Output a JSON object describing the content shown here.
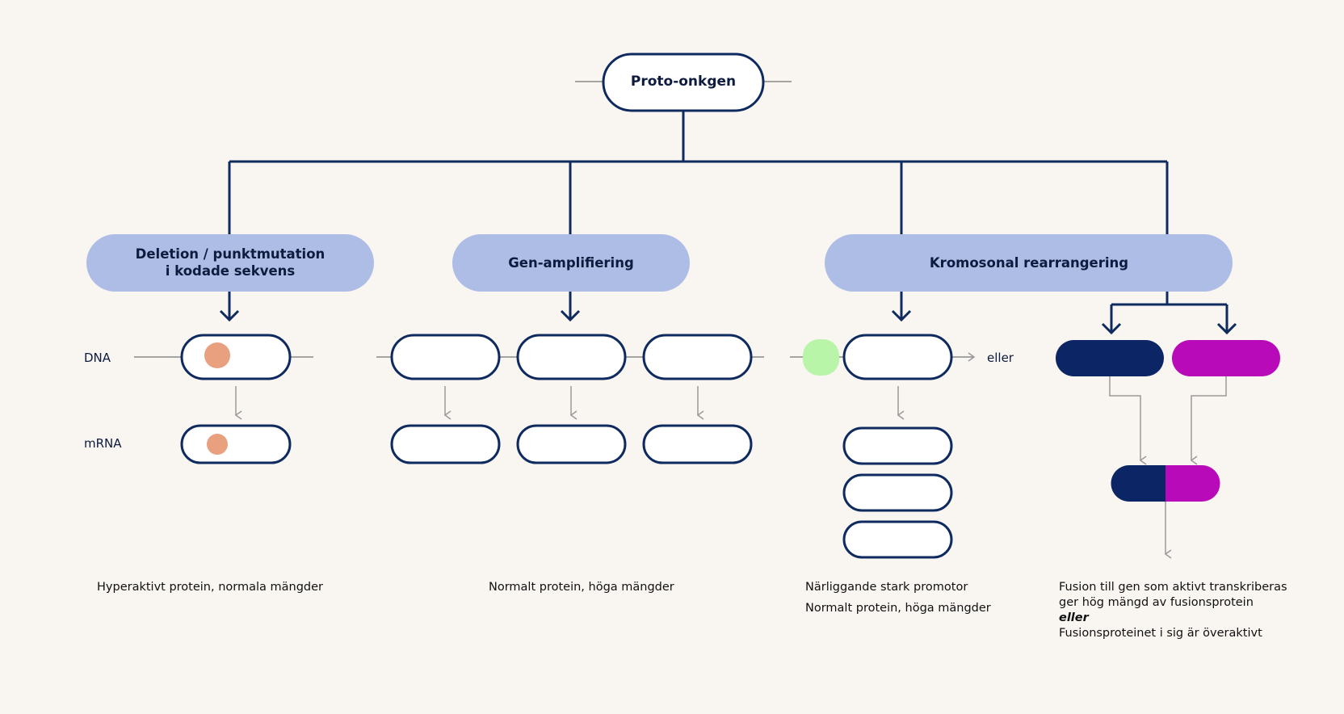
{
  "root": {
    "label": "Proto-onkgen"
  },
  "categories": [
    {
      "lines": [
        "Deletion / punktmutation",
        "i kodade sekvens"
      ]
    },
    {
      "lines": [
        "Gen-amplifiering"
      ]
    },
    {
      "lines": [
        "Kromosonal rearrangering"
      ]
    }
  ],
  "row_labels": {
    "dna": "DNA",
    "mrna": "mRNA"
  },
  "or_label": "eller",
  "captions": {
    "deletion": "Hyperaktivt protein, normala mängder",
    "amplification": "Normalt protein, höga mängder",
    "promoter_1": "Närliggande stark promotor",
    "promoter_2": "Normalt protein, höga mängder",
    "fusion_1": "Fusion till gen som aktivt transkriberas",
    "fusion_2": "ger hög mängd av fusionsprotein",
    "fusion_or": "eller",
    "fusion_3": "Fusionsproteinet i sig är överaktivt"
  },
  "colors": {
    "background": "#f9f6f2",
    "navy": "#0e2a5e",
    "category_fill": "#aebde6",
    "mutation_dot": "#e8a07f",
    "promoter": "#b8f5a8",
    "gene_a": "#0c2565",
    "gene_b": "#b80ab8",
    "grey_arrow": "#9a9a9a"
  }
}
